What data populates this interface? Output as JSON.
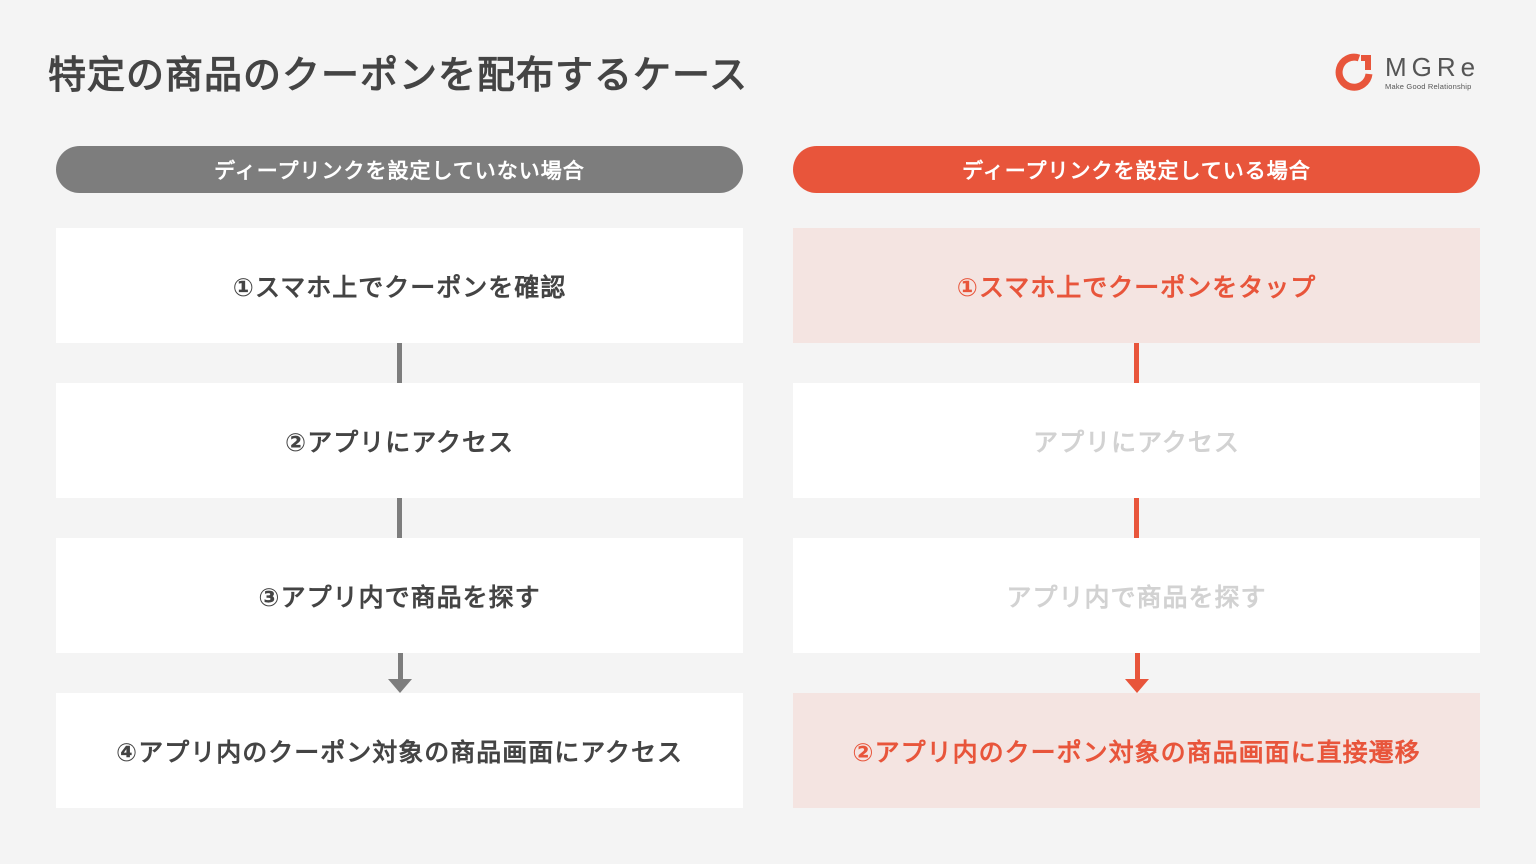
{
  "title": "特定の商品のクーポンを配布するケース",
  "logo": {
    "name": "MGRe",
    "tagline": "Make Good Relationship",
    "accent_color": "#e8553b"
  },
  "colors": {
    "background": "#f4f4f4",
    "accent": "#e8553b",
    "gray": "#7d7d7d",
    "active_fill": "#f4e4e1",
    "muted_text": "#d2d2d2",
    "text": "#444444"
  },
  "columns": [
    {
      "header": "ディープリンクを設定していない場合",
      "steps": [
        {
          "label": "①スマホ上でクーポンを確認",
          "state": "normal"
        },
        {
          "label": "②アプリにアクセス",
          "state": "normal"
        },
        {
          "label": "③アプリ内で商品を探す",
          "state": "normal"
        },
        {
          "label": "④アプリ内のクーポン対象の商品画面にアクセス",
          "state": "normal"
        }
      ]
    },
    {
      "header": "ディープリンクを設定している場合",
      "steps": [
        {
          "label": "①スマホ上でクーポンをタップ",
          "state": "active"
        },
        {
          "label": "アプリにアクセス",
          "state": "muted"
        },
        {
          "label": "アプリ内で商品を探す",
          "state": "muted"
        },
        {
          "label": "②アプリ内のクーポン対象の商品画面に直接遷移",
          "state": "active"
        }
      ]
    }
  ]
}
